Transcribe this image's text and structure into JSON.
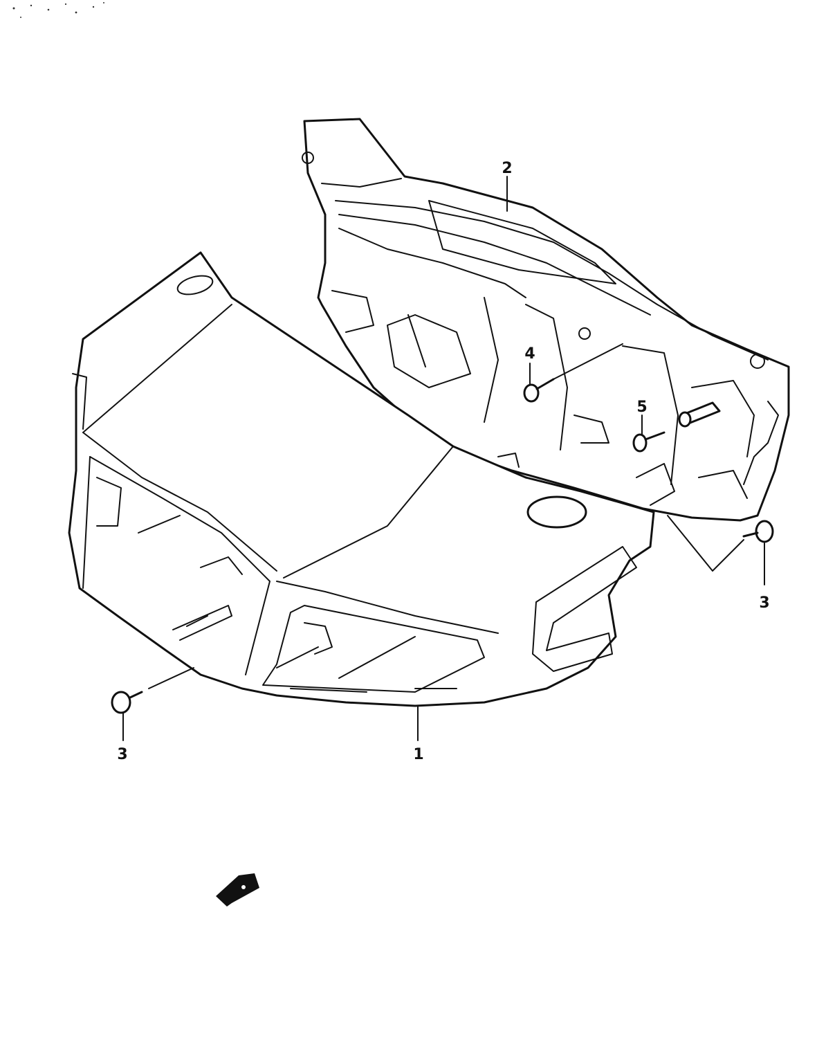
{
  "diagram": {
    "type": "exploded-parts-diagram",
    "line_color": "#111111",
    "background": "#ffffff",
    "parts": [
      {
        "id": "1",
        "label": "1"
      },
      {
        "id": "2",
        "label": "2"
      },
      {
        "id": "3a",
        "label": "3"
      },
      {
        "id": "3b",
        "label": "3"
      },
      {
        "id": "4",
        "label": "4"
      },
      {
        "id": "5",
        "label": "5"
      }
    ],
    "icons": [
      "front-direction-arrow-icon"
    ]
  }
}
